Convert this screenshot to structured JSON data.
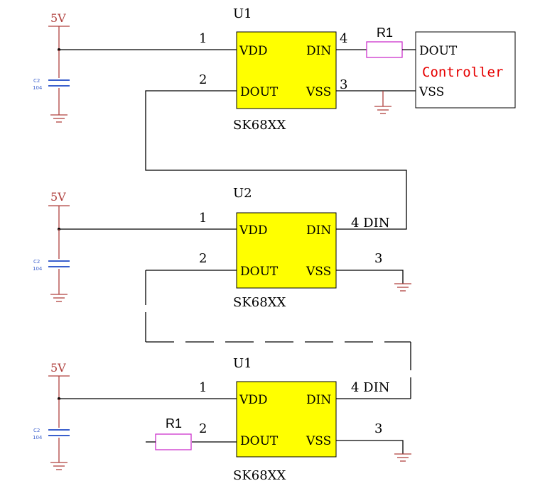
{
  "power": {
    "label": "5V"
  },
  "cap": {
    "name": "C2",
    "value": "104"
  },
  "u1": {
    "ref": "U1",
    "part": "SK68XX",
    "vdd": "VDD",
    "dout": "DOUT",
    "din": "DIN",
    "vss": "VSS",
    "p1": "1",
    "p2": "2",
    "p3": "3",
    "p4": "4"
  },
  "u2": {
    "ref": "U2",
    "part": "SK68XX",
    "vdd": "VDD",
    "dout": "DOUT",
    "din": "DIN",
    "vss": "VSS",
    "p1": "1",
    "p2": "2",
    "p3": "3",
    "p4": "4 DIN"
  },
  "u3": {
    "ref": "U1",
    "part": "SK68XX",
    "vdd": "VDD",
    "dout": "DOUT",
    "din": "DIN",
    "vss": "VSS",
    "p1": "1",
    "p2": "2",
    "p3": "3",
    "p4": "4 DIN"
  },
  "resistor": {
    "label": "R1"
  },
  "controller": {
    "name": "Controller",
    "dout": "DOUT",
    "vss": "VSS"
  },
  "colors": {
    "chip_fill": "#ffff00",
    "power_label": "#b0413e",
    "capacitor": "#3a5fcd",
    "resistor": "#cc33cc",
    "controller_text": "#e60000"
  }
}
